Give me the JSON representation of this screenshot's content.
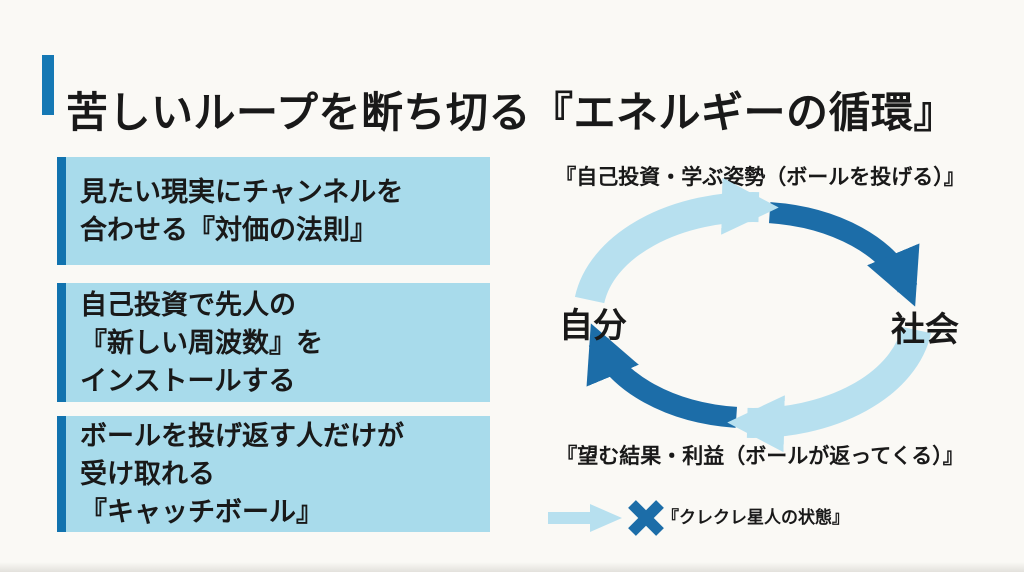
{
  "slide": {
    "title": "苦しいループを断ち切る『エネルギーの循環』"
  },
  "boxes": [
    {
      "lines": [
        "見たい現実にチャンネルを",
        "合わせる『対価の法則』"
      ]
    },
    {
      "lines": [
        "自己投資で先人の",
        "『新しい周波数』を",
        "インストールする"
      ]
    },
    {
      "lines": [
        "ボールを投げ返す人だけが",
        "受け取れる",
        "『キャッチボール』"
      ]
    }
  ],
  "diagram": {
    "top_label": "『自己投資・学ぶ姿勢（ボールを投げる）』",
    "bottom_label": "『望む結果・利益（ボールが返ってくる）』",
    "left_node": "自分",
    "right_node": "社会",
    "legend": {
      "label": "『クレクレ星人の状態』"
    }
  },
  "colors": {
    "accent_bar": "#1578B4",
    "box_background": "#A8DBEB",
    "box_border": "#1173AF",
    "arrow_light": "#B7E0EF",
    "arrow_dark": "#1C6DA8",
    "text": "#191919"
  }
}
